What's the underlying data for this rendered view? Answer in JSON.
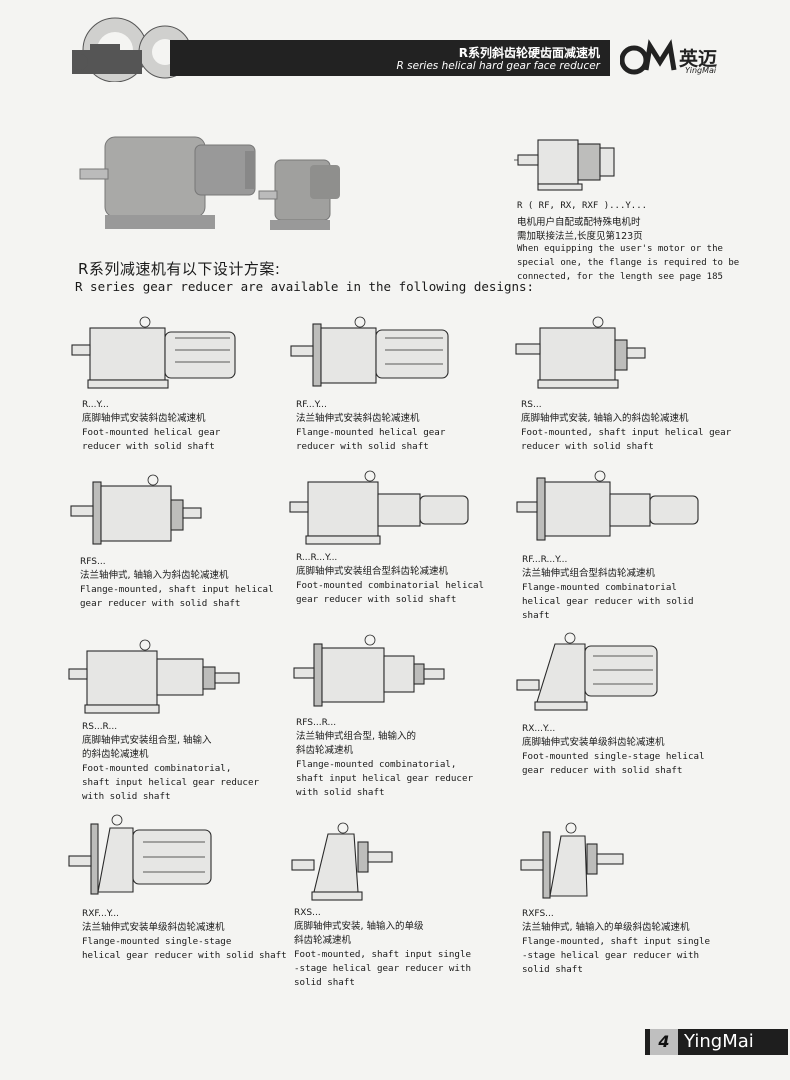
{
  "header": {
    "title_cn": "R系列斜齿轮硬齿面减速机",
    "title_en": "R series helical hard gear face reducer",
    "logo_cn": "英迈",
    "logo_en": "YingMai"
  },
  "intro": {
    "title_cn": "R系列减速机有以下设计方案:",
    "title_en": "R series gear reducer are available in the following designs:"
  },
  "note": {
    "code": "R ( RF, RX, RXF )...Y...",
    "cn_line1": "电机用户自配或配特殊电机时",
    "cn_line2": "需加联接法兰,长度见第123页",
    "en_line1": "When equipping the user's motor or the",
    "en_line2": "special one, the flange is required to be",
    "en_line3": "connected, for the length see page 185"
  },
  "designs": [
    {
      "code": "R...Y...",
      "cn1": "底脚轴伸式安装斜齿轮减速机",
      "cn2": "",
      "en1": "Foot-mounted helical gear",
      "en2": "reducer with solid shaft",
      "en3": ""
    },
    {
      "code": "RF...Y...",
      "cn1": "法兰轴伸式安装斜齿轮减速机",
      "cn2": "",
      "en1": "Flange-mounted helical gear",
      "en2": "reducer with solid shaft",
      "en3": ""
    },
    {
      "code": "RS...",
      "cn1": "底脚轴伸式安装, 轴输入的斜齿轮减速机",
      "cn2": "",
      "en1": "Foot-mounted, shaft input helical gear",
      "en2": "reducer with solid shaft",
      "en3": ""
    },
    {
      "code": "RFS...",
      "cn1": "法兰轴伸式, 轴输入为斜齿轮减速机",
      "cn2": "",
      "en1": "Flange-mounted, shaft input helical",
      "en2": "gear reducer with solid shaft",
      "en3": ""
    },
    {
      "code": "R...R...Y...",
      "cn1": "底脚轴伸式安装组合型斜齿轮减速机",
      "cn2": "",
      "en1": "Foot-mounted combinatorial helical",
      "en2": "gear reducer with solid shaft",
      "en3": ""
    },
    {
      "code": "RF...R...Y...",
      "cn1": "法兰轴伸式组合型斜齿轮减速机",
      "cn2": "",
      "en1": "Flange-mounted combinatorial",
      "en2": "helical gear reducer with solid",
      "en3": "shaft"
    },
    {
      "code": "RS...R...",
      "cn1": "底脚轴伸式安装组合型, 轴输入",
      "cn2": "的斜齿轮减速机",
      "en1": "Foot-mounted combinatorial,",
      "en2": "shaft input helical gear reducer",
      "en3": "with solid shaft"
    },
    {
      "code": "RFS...R...",
      "cn1": "法兰轴伸式组合型, 轴输入的",
      "cn2": "斜齿轮减速机",
      "en1": "Flange-mounted combinatorial,",
      "en2": " shaft input helical gear reducer",
      "en3": "with solid shaft"
    },
    {
      "code": "RX...Y...",
      "cn1": "底脚轴伸式安装单级斜齿轮减速机",
      "cn2": "",
      "en1": "Foot-mounted single-stage helical",
      "en2": "gear reducer with solid shaft",
      "en3": ""
    },
    {
      "code": "RXF...Y...",
      "cn1": "法兰轴伸式安装单级斜齿轮减速机",
      "cn2": "",
      "en1": "Flange-mounted single-stage",
      "en2": " helical gear reducer with solid shaft",
      "en3": ""
    },
    {
      "code": "RXS...",
      "cn1": "底脚轴伸式安装, 轴输入的单级",
      "cn2": "斜齿轮减速机",
      "en1": "Foot-mounted, shaft input single",
      "en2": "-stage helical gear reducer with",
      "en3": "solid shaft"
    },
    {
      "code": "RXFS...",
      "cn1": "法兰轴伸式, 轴输入的单级斜齿轮减速机",
      "cn2": "",
      "en1": "Flange-mounted, shaft input single",
      "en2": "-stage helical gear reducer with",
      "en3": " solid shaft"
    }
  ],
  "footer": {
    "page_number": "4",
    "brand": "YingMai"
  }
}
